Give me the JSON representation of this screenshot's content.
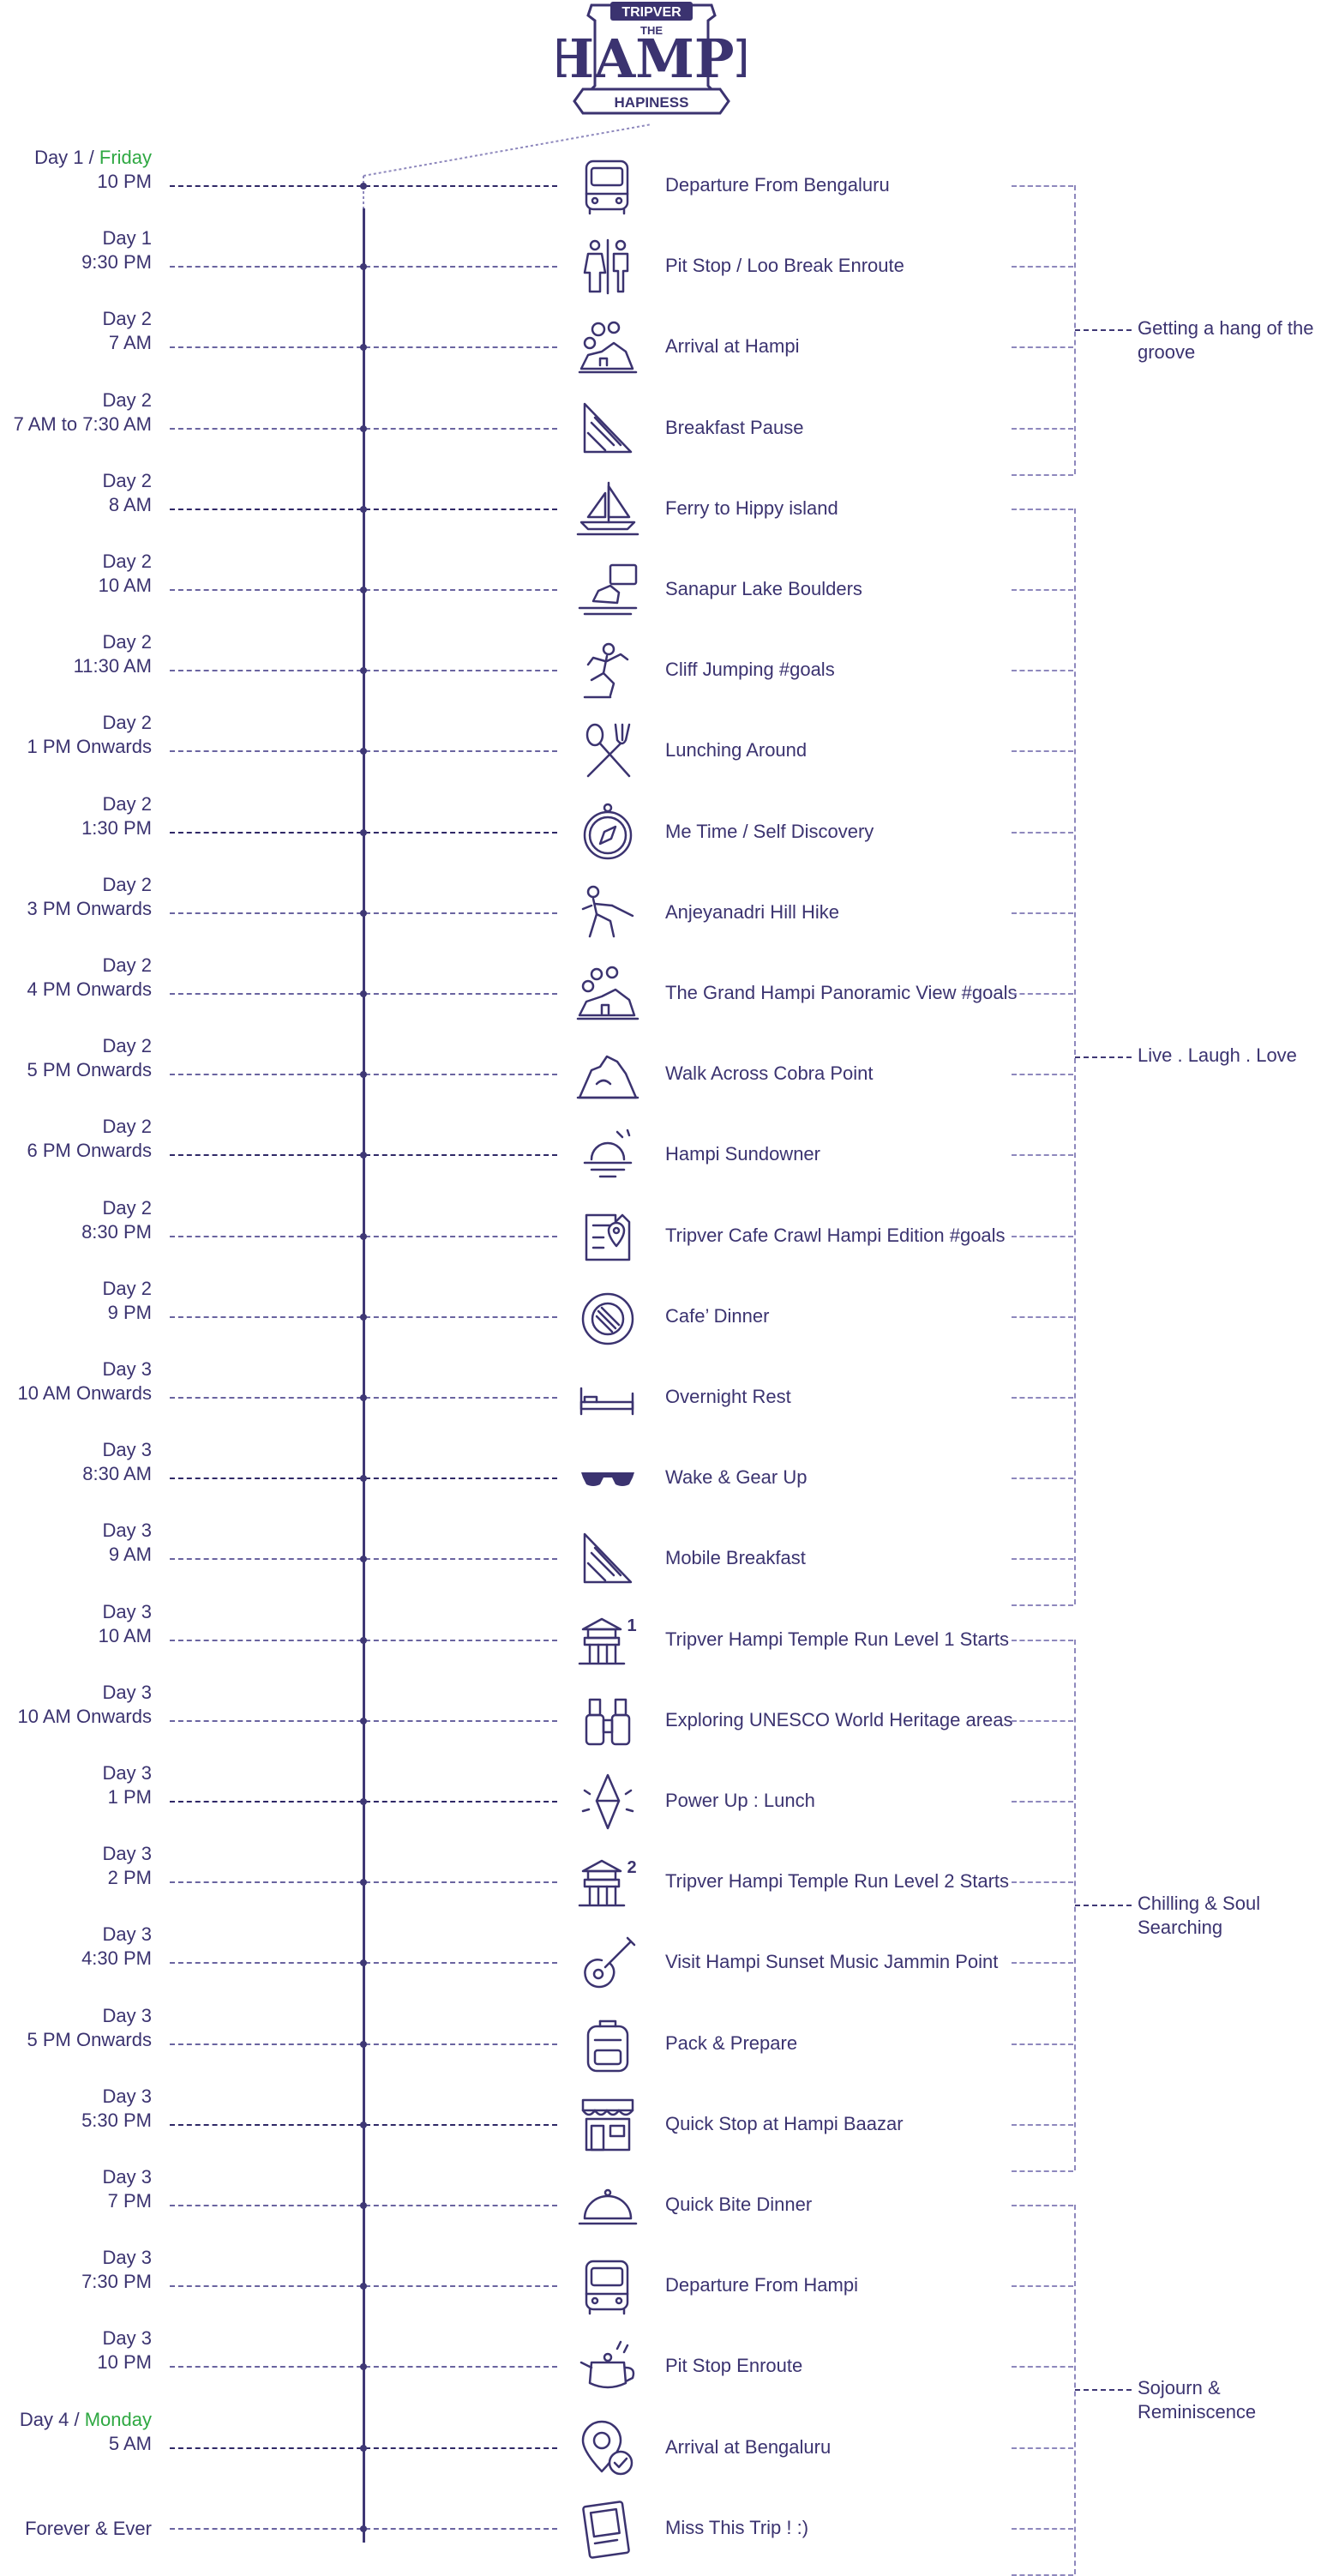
{
  "logo": {
    "brand": "TRIPVER",
    "the": "THE",
    "title": "HAMPI",
    "tagline": "HAPINESS"
  },
  "colors": {
    "ink": "#3b3370",
    "accent_green": "#2ea842"
  },
  "schedule": [
    {
      "day": "Day 1 / ",
      "day_accent": "Friday",
      "time": "10 PM",
      "activity": "Departure From Bengaluru",
      "icon": "van-icon"
    },
    {
      "day": "Day 1",
      "time": "9:30 PM",
      "activity": "Pit Stop / Loo Break Enroute",
      "icon": "restroom-icon"
    },
    {
      "day": "Day 2",
      "time": "7 AM",
      "activity": "Arrival at Hampi",
      "icon": "hampi-boulders-icon"
    },
    {
      "day": "Day 2",
      "time": "7 AM to 7:30 AM",
      "activity": "Breakfast Pause",
      "icon": "sandwich-icon"
    },
    {
      "day": "Day 2",
      "time": "8 AM",
      "activity": "Ferry to Hippy island",
      "icon": "sailboat-icon"
    },
    {
      "day": "Day 2",
      "time": "10 AM",
      "activity": "Sanapur Lake Boulders",
      "icon": "lake-boulders-icon"
    },
    {
      "day": "Day 2",
      "time": "11:30 AM",
      "activity": "Cliff Jumping #goals",
      "icon": "jumping-person-icon"
    },
    {
      "day": "Day 2",
      "time": "1 PM Onwards",
      "activity": "Lunching Around",
      "icon": "fork-spoon-icon"
    },
    {
      "day": "Day 2",
      "time": "1:30 PM",
      "activity": "Me Time / Self Discovery",
      "icon": "compass-icon"
    },
    {
      "day": "Day 2",
      "time": "3 PM Onwards",
      "activity": "Anjeyanadri Hill Hike",
      "icon": "hiker-icon"
    },
    {
      "day": "Day 2",
      "time": "4 PM Onwards",
      "activity": "The Grand Hampi Panoramic View #goals",
      "icon": "panorama-boulders-icon"
    },
    {
      "day": "Day 2",
      "time": "5 PM Onwards",
      "activity": "Walk Across Cobra Point",
      "icon": "rock-hill-icon"
    },
    {
      "day": "Day 2",
      "time": "6 PM Onwards",
      "activity": "Hampi Sundowner",
      "icon": "sunset-icon"
    },
    {
      "day": "Day 2",
      "time": "8:30 PM",
      "activity": "Tripver Cafe Crawl Hampi Edition #goals",
      "icon": "map-pin-icon"
    },
    {
      "day": "Day 2",
      "time": "9 PM",
      "activity": "Cafe’ Dinner",
      "icon": "plate-icon"
    },
    {
      "day": "Day 3",
      "time": "10 AM Onwards",
      "activity": "Overnight Rest",
      "icon": "bed-icon"
    },
    {
      "day": "Day 3",
      "time": "8:30 AM",
      "activity": "Wake & Gear Up",
      "icon": "sunglasses-icon"
    },
    {
      "day": "Day 3",
      "time": "9 AM",
      "activity": "Mobile Breakfast",
      "icon": "sandwich-icon"
    },
    {
      "day": "Day 3",
      "time": "10 AM",
      "activity": "Tripver Hampi Temple Run Level 1 Starts",
      "icon": "temple-1-icon",
      "icon_text": "1"
    },
    {
      "day": "Day 3",
      "time": "10 AM Onwards",
      "activity": "Exploring UNESCO World Heritage areas",
      "icon": "binoculars-icon"
    },
    {
      "day": "Day 3",
      "time": "1 PM",
      "activity": "Power Up : Lunch",
      "icon": "crystal-icon"
    },
    {
      "day": "Day 3",
      "time": "2 PM",
      "activity": "Tripver Hampi Temple Run Level 2 Starts",
      "icon": "temple-2-icon",
      "icon_text": "2"
    },
    {
      "day": "Day 3",
      "time": "4:30 PM",
      "activity": "Visit Hampi Sunset Music Jammin Point",
      "icon": "guitar-icon"
    },
    {
      "day": "Day 3",
      "time": "5 PM Onwards",
      "activity": "Pack & Prepare",
      "icon": "backpack-icon"
    },
    {
      "day": "Day 3",
      "time": "5:30 PM",
      "activity": "Quick Stop at Hampi Baazar",
      "icon": "shop-icon"
    },
    {
      "day": "Day 3",
      "time": "7 PM",
      "activity": "Quick Bite Dinner",
      "icon": "cloche-icon"
    },
    {
      "day": "Day 3",
      "time": "7:30 PM",
      "activity": "Departure From Hampi",
      "icon": "van-icon"
    },
    {
      "day": "Day 3",
      "time": "10 PM",
      "activity": "Pit Stop Enroute",
      "icon": "teapot-icon"
    },
    {
      "day": "Day 4 / ",
      "day_accent": "Monday",
      "time": "5 AM",
      "activity": "Arrival at Bengaluru",
      "icon": "location-check-icon"
    },
    {
      "day": "Forever & Ever",
      "time": "",
      "activity": "Miss This Trip ! :)",
      "icon": "photo-icon"
    }
  ],
  "groups": [
    {
      "label": "Getting a hang of the groove",
      "from": 0,
      "to": 3
    },
    {
      "label": "Live . Laugh . Love",
      "from": 4,
      "to": 17
    },
    {
      "label": "Chilling & Soul Searching",
      "from": 18,
      "to": 24
    },
    {
      "label": "Sojourn & Reminiscence",
      "from": 25,
      "to": 29
    }
  ]
}
